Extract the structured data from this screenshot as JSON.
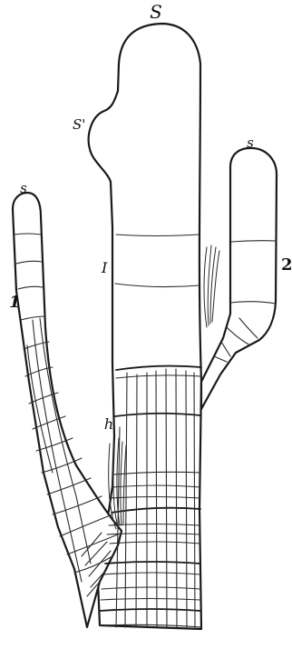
{
  "labels": {
    "main_apex": "S",
    "side_bud": "S'",
    "branch1_apex": "s",
    "branch2_apex": "s",
    "branch1_number": "1",
    "branch2_number": "2",
    "segment": "I",
    "hairs": "h"
  },
  "colors": {
    "ink": "#1a1a1a",
    "paper": "#ffffff"
  }
}
